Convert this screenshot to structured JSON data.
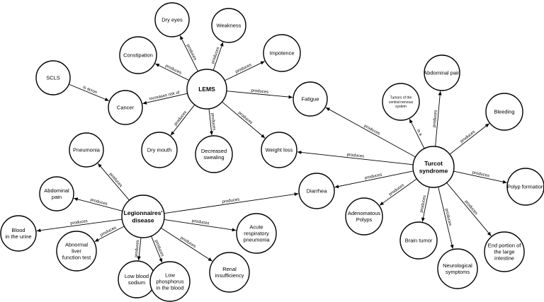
{
  "nodes": [
    {
      "id": "lems",
      "label": [
        "LEMS"
      ]
    },
    {
      "id": "dry_eyes",
      "label": [
        "Dry eyes"
      ]
    },
    {
      "id": "weakness",
      "label": [
        "Weakness"
      ]
    },
    {
      "id": "constipation",
      "label": [
        "Constipation"
      ]
    },
    {
      "id": "impotence",
      "label": [
        "Impotence"
      ]
    },
    {
      "id": "sclc",
      "label": [
        "SCLS"
      ]
    },
    {
      "id": "cancer",
      "label": [
        "Cancer"
      ]
    },
    {
      "id": "fatigue",
      "label": [
        "Fatigue"
      ]
    },
    {
      "id": "dry_mouth",
      "label": [
        "Dry mouth"
      ]
    },
    {
      "id": "decreased_sweating",
      "label": [
        "Decreased",
        "swealing"
      ]
    },
    {
      "id": "weight_loss",
      "label": [
        "Weight loss"
      ]
    },
    {
      "id": "turcot",
      "label": [
        "Turcot",
        "syndrome"
      ]
    },
    {
      "id": "tumors_cns",
      "label": [
        "Tumors of the",
        "central nervous",
        "system"
      ]
    },
    {
      "id": "abdominal_pain_t",
      "label": [
        "Abdominal pain"
      ]
    },
    {
      "id": "bleeding",
      "label": [
        "Bleeding"
      ]
    },
    {
      "id": "polyp_formation",
      "label": [
        "Polyp formation"
      ]
    },
    {
      "id": "diarrhea",
      "label": [
        "Diarrhea"
      ]
    },
    {
      "id": "adenomatous_polyps",
      "label": [
        "Adenomatous",
        "Polyps"
      ]
    },
    {
      "id": "brain_tumor",
      "label": [
        "Brain tumor"
      ]
    },
    {
      "id": "neurological_symptoms",
      "label": [
        "Neurological",
        "symptoms"
      ]
    },
    {
      "id": "end_portion",
      "label": [
        "End portion of",
        "the large",
        "intestine"
      ]
    },
    {
      "id": "pneumonia",
      "label": [
        "Pneumonia"
      ]
    },
    {
      "id": "abdominal_pain_l",
      "label": [
        "Abdominal",
        "pain"
      ]
    },
    {
      "id": "legionnaires",
      "label": [
        "Legionnaires'",
        "disease"
      ]
    },
    {
      "id": "blood_urine",
      "label": [
        "Blood",
        "in the urine"
      ]
    },
    {
      "id": "abnormal_liver",
      "label": [
        "Abnormal",
        "liver",
        "function test"
      ]
    },
    {
      "id": "low_sodium",
      "label": [
        "Low blood",
        "sodium"
      ]
    },
    {
      "id": "low_phosphorus",
      "label": [
        "Low",
        "phosphorus",
        "in the blood"
      ]
    },
    {
      "id": "renal",
      "label": [
        "Renal",
        "insufficiency"
      ]
    },
    {
      "id": "acute_resp",
      "label": [
        "Acute",
        "respiratory",
        "pneumonia"
      ]
    }
  ],
  "edges": [
    {
      "from": "lems",
      "to": "dry_eyes",
      "label": "produces"
    },
    {
      "from": "lems",
      "to": "weakness",
      "label": "produces"
    },
    {
      "from": "lems",
      "to": "constipation",
      "label": "produces"
    },
    {
      "from": "lems",
      "to": "impotence",
      "label": "produces"
    },
    {
      "from": "lems",
      "to": "fatigue",
      "label": "produces"
    },
    {
      "from": "lems",
      "to": "cancer",
      "label": "increases risk of"
    },
    {
      "from": "sclc",
      "to": "cancer",
      "label": "is acron"
    },
    {
      "from": "lems",
      "to": "dry_mouth",
      "label": "produces"
    },
    {
      "from": "lems",
      "to": "decreased_sweating",
      "label": "produces"
    },
    {
      "from": "lems",
      "to": "weight_loss",
      "label": "produces"
    },
    {
      "from": "turcot",
      "to": "fatigue",
      "label": "produces"
    },
    {
      "from": "turcot",
      "to": "tumors_cns",
      "label": "is a"
    },
    {
      "from": "turcot",
      "to": "abdominal_pain_t",
      "label": "produces"
    },
    {
      "from": "turcot",
      "to": "bleeding",
      "label": "produces"
    },
    {
      "from": "turcot",
      "to": "weight_loss",
      "label": "produces"
    },
    {
      "from": "turcot",
      "to": "polyp_formation",
      "label": "produces"
    },
    {
      "from": "turcot",
      "to": "diarrhea",
      "label": "produces"
    },
    {
      "from": "turcot",
      "to": "adenomatous_polyps",
      "label": "produces"
    },
    {
      "from": "turcot",
      "to": "brain_tumor",
      "label": "produces"
    },
    {
      "from": "turcot",
      "to": "neurological_symptoms",
      "label": "produces"
    },
    {
      "from": "turcot",
      "to": "end_portion",
      "label": "produces"
    },
    {
      "from": "legionnaires",
      "to": "pneumonia",
      "label": "produces"
    },
    {
      "from": "legionnaires",
      "to": "abdominal_pain_l",
      "label": "produces"
    },
    {
      "from": "legionnaires",
      "to": "diarrhea",
      "label": "produces"
    },
    {
      "from": "legionnaires",
      "to": "blood_urine",
      "label": "produces"
    },
    {
      "from": "legionnaires",
      "to": "abnormal_liver",
      "label": "produces"
    },
    {
      "from": "legionnaires",
      "to": "low_sodium",
      "label": "produces"
    },
    {
      "from": "legionnaires",
      "to": "low_phosphorus",
      "label": "produces"
    },
    {
      "from": "legionnaires",
      "to": "renal",
      "label": "produces"
    },
    {
      "from": "legionnaires",
      "to": "acute_resp",
      "label": "produces"
    }
  ]
}
